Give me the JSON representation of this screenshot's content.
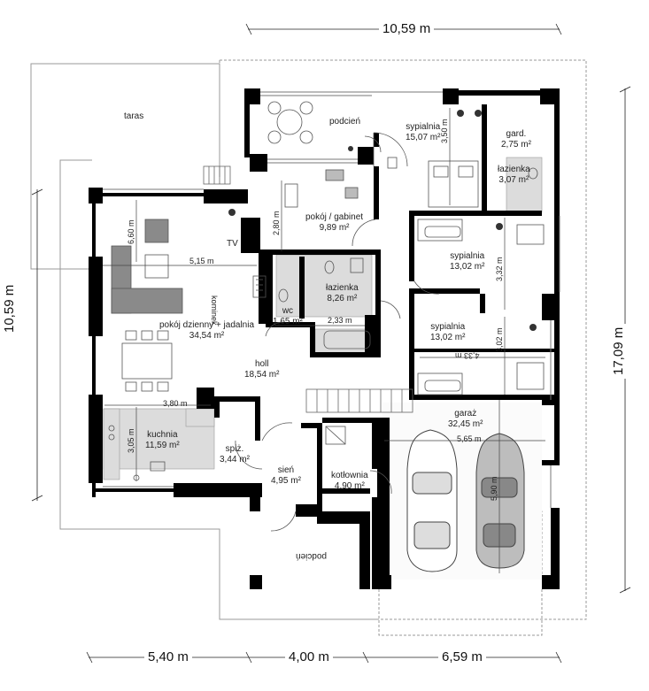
{
  "plan": {
    "outer_dims": {
      "top": "10,59 m",
      "left": "10,59 m",
      "right": "17,09 m",
      "bottom": [
        "5,40 m",
        "4,00 m",
        "6,59 m"
      ]
    },
    "rooms": [
      {
        "name": "taras",
        "area": ""
      },
      {
        "name": "podcień",
        "area": ""
      },
      {
        "name": "sypialnia",
        "area": "15,07 m²"
      },
      {
        "name": "gard.",
        "area": "2,75 m²"
      },
      {
        "name": "łazienka",
        "area": "3,07 m²"
      },
      {
        "name": "pokój / gabinet",
        "area": "9,89 m²"
      },
      {
        "name": "sypialnia",
        "area": "13,02 m²"
      },
      {
        "name": "łazienka",
        "area": "8,26 m²"
      },
      {
        "name": "wc",
        "area": "1,65 m²"
      },
      {
        "name": "sypialnia",
        "area": "13,02 m²"
      },
      {
        "name": "pokój dzienny + jadalnia",
        "area": "34,54 m²"
      },
      {
        "name": "holl",
        "area": "18,54 m²"
      },
      {
        "name": "garaż",
        "area": "32,45 m²"
      },
      {
        "name": "kuchnia",
        "area": "11,59 m²"
      },
      {
        "name": "spiż.",
        "area": "3,44 m²"
      },
      {
        "name": "sień",
        "area": "4,95 m²"
      },
      {
        "name": "kotłownia",
        "area": "4,90 m²"
      },
      {
        "name": "podcień",
        "area": ""
      }
    ],
    "labels": {
      "tv": "TV",
      "kominek": "kominek"
    },
    "inner_dims": {
      "d_350": "3,50 m",
      "d_280": "2,80 m",
      "d_660": "6,60 m",
      "d_515": "5,15 m",
      "d_233": "2,33 m",
      "d_332": "3,32 m",
      "d_302": "3,02 m",
      "d_433": "4,33 m",
      "d_380": "3,80 m",
      "d_305": "3,05 m",
      "d_565": "5,65 m",
      "d_590": "5,90 m"
    }
  }
}
